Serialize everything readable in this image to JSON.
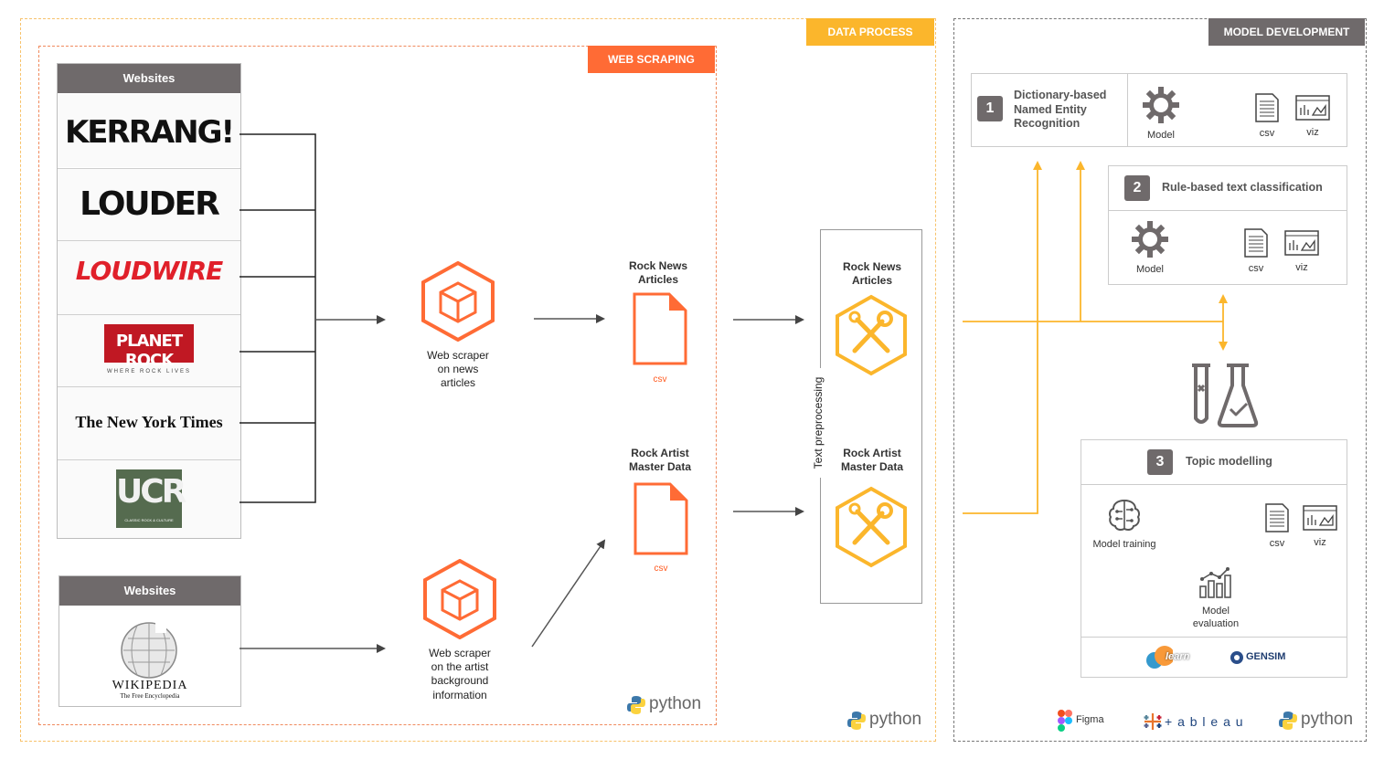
{
  "data_process": {
    "tag": "DATA PROCESS"
  },
  "web_scraping": {
    "tag": "WEB SCRAPING"
  },
  "model_development": {
    "tag": "MODEL DEVELOPMENT"
  },
  "websites_a": {
    "header": "Websites",
    "logos": [
      "KERRANG!",
      "LOUDER",
      "LOUDWIRE",
      "PLANET ROCK",
      "WHERE ROCK LIVES",
      "The New York Times",
      "UCR",
      "CLASSIC ROCK & CULTURE"
    ]
  },
  "websites_b": {
    "header": "Websites",
    "logo": "WIKIPEDIA",
    "logo_sub": "The Free Encyclopedia"
  },
  "scraper_news": {
    "label": [
      "Web scraper",
      "on news",
      "articles"
    ]
  },
  "scraper_artist": {
    "label": [
      "Web scraper",
      "on the artist",
      "background",
      "information"
    ]
  },
  "file_news": {
    "title": [
      "Rock News",
      "Articles"
    ],
    "ext": "csv"
  },
  "file_artist": {
    "title": [
      "Rock Artist",
      "Master Data"
    ],
    "ext": "csv"
  },
  "preprocess": {
    "vertical_label": "Text preprocessing",
    "news": [
      "Rock News",
      "Articles"
    ],
    "artist": [
      "Rock Artist",
      "Master Data"
    ]
  },
  "python_logo": "python",
  "model1": {
    "num": "1",
    "title": [
      "Dictionary-based",
      "Named Entity",
      "Recognition"
    ],
    "model": "Model",
    "csv": "csv",
    "viz": "viz"
  },
  "model2": {
    "num": "2",
    "title": "Rule-based text classification",
    "model": "Model",
    "csv": "csv",
    "viz": "viz"
  },
  "model3": {
    "num": "3",
    "title": "Topic modelling",
    "training": "Model training",
    "evaluation": [
      "Model",
      "evaluation"
    ],
    "csv": "csv",
    "viz": "viz"
  },
  "tools": [
    "learn",
    "GENSIM",
    "Figma",
    "+ a b l e a u",
    "python"
  ],
  "colors": {
    "orange": "#ff6b35",
    "yellow": "#fbb62c",
    "grey": "#6f6a6b"
  }
}
